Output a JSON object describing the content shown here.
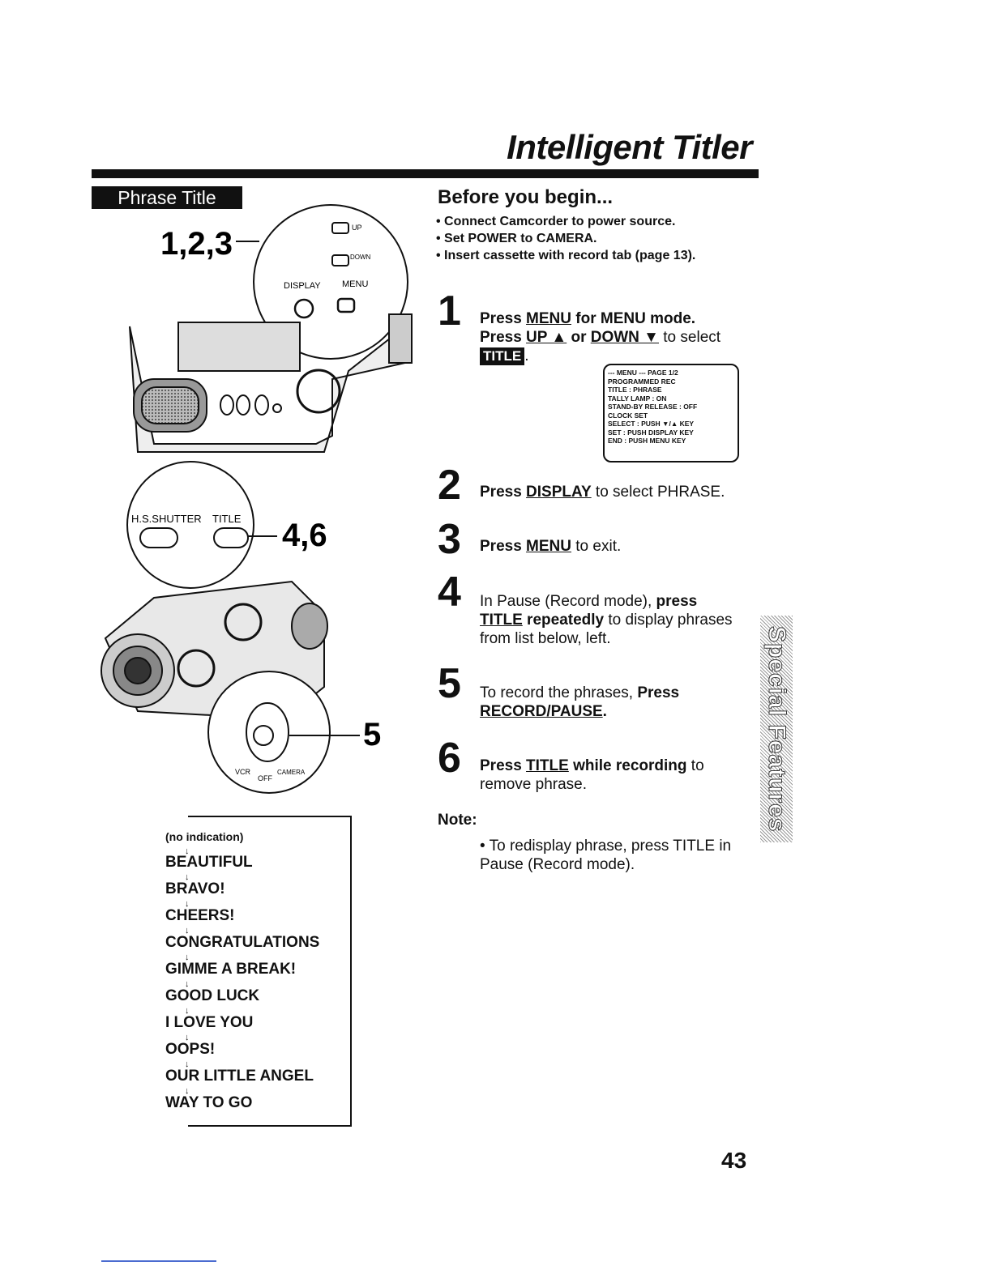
{
  "header": {
    "title": "Intelligent Titler"
  },
  "section": {
    "label": "Phrase Title"
  },
  "illustration": {
    "callout_123": "1,2,3",
    "callout_46": "4,6",
    "callout_5": "5",
    "btn_up": "UP",
    "btn_down": "DOWN",
    "btn_display": "DISPLAY",
    "btn_menu": "MENU",
    "btn_hs_shutter": "H.S.SHUTTER",
    "btn_title": "TITLE",
    "switch_vcr": "VCR",
    "switch_off": "OFF",
    "switch_camera": "CAMERA"
  },
  "phrase_list": {
    "first": "(no indication)",
    "items": [
      "BEAUTIFUL",
      "BRAVO!",
      "CHEERS!",
      "CONGRATULATIONS",
      "GIMME A BREAK!",
      "GOOD LUCK",
      "I LOVE YOU",
      "OOPS!",
      "OUR LITTLE ANGEL",
      "WAY TO GO"
    ]
  },
  "before": {
    "title": "Before you begin...",
    "bullets": [
      "Connect Camcorder to power source.",
      "Set POWER to CAMERA.",
      "Insert cassette with record tab (page 13)."
    ]
  },
  "steps": {
    "s1": {
      "num": "1",
      "press": "Press ",
      "menu": "MENU",
      "for_menu": " for MENU mode.",
      "press2": "Press ",
      "up": "UP ▲",
      "or": " or ",
      "down": "DOWN ▼",
      "select": " to select",
      "chip": "TITLE",
      "period": "."
    },
    "s2": {
      "num": "2",
      "press": "Press ",
      "display": "DISPLAY",
      "rest": " to select PHRASE."
    },
    "s3": {
      "num": "3",
      "press": "Press ",
      "menu": "MENU",
      "rest": " to exit."
    },
    "s4": {
      "num": "4",
      "pre": "In Pause (Record mode), ",
      "press": "press",
      "title": "TITLE",
      "repeatedly": " repeatedly",
      "rest": " to display phrases",
      "line2": "from list below, left."
    },
    "s5": {
      "num": "5",
      "pre": "To record the phrases, ",
      "press": "Press",
      "button": "RECORD/PAUSE",
      "period": "."
    },
    "s6": {
      "num": "6",
      "press": "Press ",
      "title": "TITLE",
      "while": " while recording",
      "to": " to",
      "line2": "remove phrase."
    }
  },
  "menu_screen": {
    "lines": [
      "--- MENU ---     PAGE 1/2",
      "PROGRAMMED REC",
      "TITLE          : PHRASE",
      "TALLY LAMP           : ON",
      "STAND-BY RELEASE  : OFF",
      "CLOCK SET",
      "SELECT : PUSH ▼/▲ KEY",
      "SET     : PUSH DISPLAY KEY",
      "END     : PUSH MENU KEY"
    ]
  },
  "note": {
    "label": "Note:",
    "text": "To redisplay phrase, press TITLE in Pause (Record mode)."
  },
  "side_tab": {
    "label": "Special Features"
  },
  "page": {
    "number": "43"
  }
}
